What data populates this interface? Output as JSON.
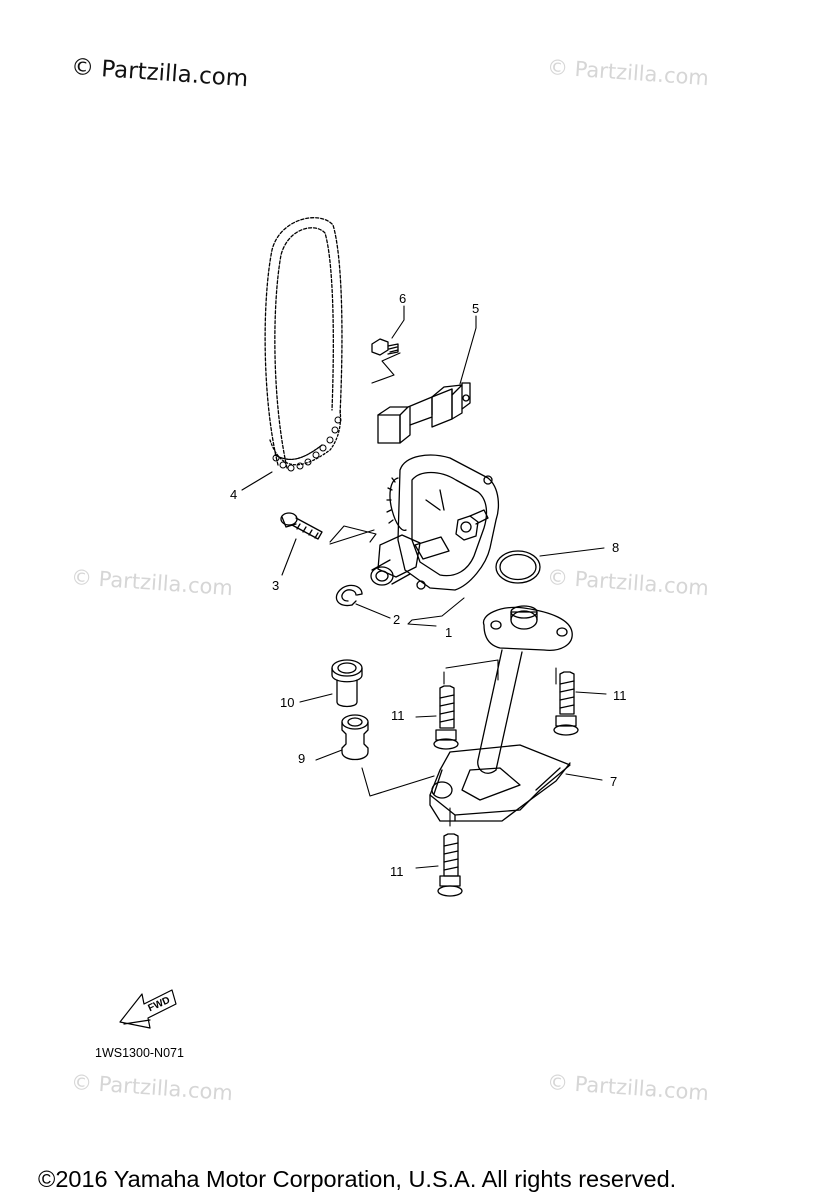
{
  "watermark_main": "© Partzilla.com",
  "watermark_faint": "© Partzilla.com",
  "diagram_code": "1WS1300-N071",
  "fwd_label": "FWD",
  "copyright": "©2016 Yamaha Motor Corporation, U.S.A. All rights reserved.",
  "callouts": {
    "c1": "1",
    "c2": "2",
    "c3": "3",
    "c4": "4",
    "c5": "5",
    "c6": "6",
    "c7": "7",
    "c8": "8",
    "c9": "9",
    "c10": "10",
    "c11a": "11",
    "c11b": "11",
    "c11c": "11"
  },
  "colors": {
    "line": "#000000",
    "watermark": "#d6d6d6"
  }
}
